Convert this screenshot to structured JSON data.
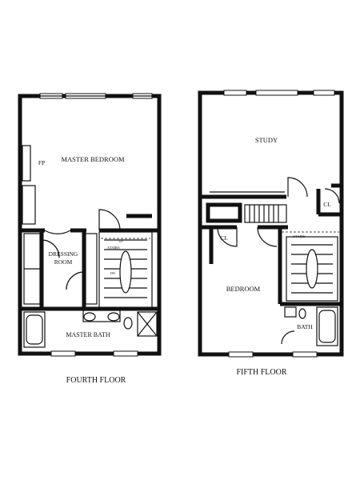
{
  "floors": [
    {
      "title": "FOURTH FLOOR",
      "rooms": {
        "master_bedroom": "MASTER BEDROOM",
        "fireplace": "FP",
        "dressing_room_line1": "DRESSING",
        "dressing_room_line2": "ROOM",
        "master_bath": "MASTER BATH",
        "stairs": "STAIRS",
        "up": "UP",
        "down": "DN"
      }
    },
    {
      "title": "FIFTH FLOOR",
      "rooms": {
        "study": "STUDY",
        "closet_study": "CL",
        "closet_bedroom": "CL",
        "bedroom": "BEDROOM",
        "bath": "BATH",
        "stairs": "STAIRS"
      }
    }
  ]
}
